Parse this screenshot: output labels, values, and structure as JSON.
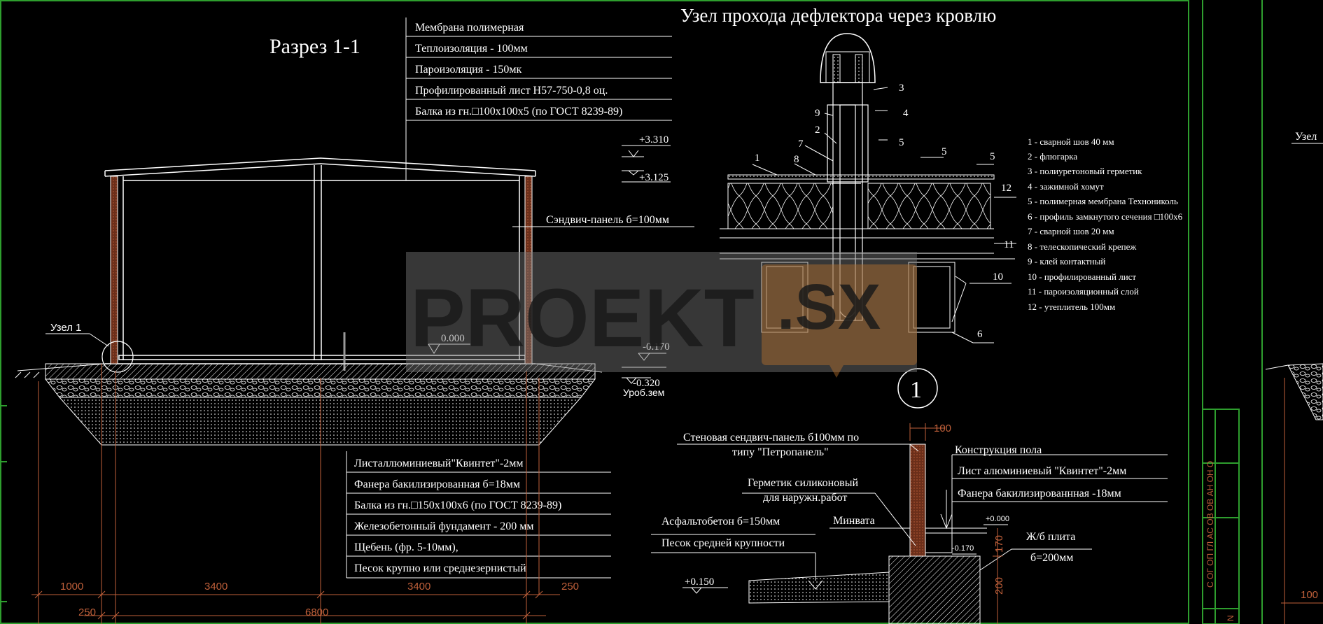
{
  "section": {
    "title": "Разрез 1-1",
    "node_label": "Узел 1",
    "sandwich_label": "Сэндвич-панель б=100мм",
    "roof_layers": [
      "Мембрана полимерная",
      "Теплоизоляция - 100мм",
      "Пароизоляция - 150мк",
      "Профилированный лист Н57-750-0,8 оц.",
      "Балка из гн.□100х100х5 (по ГОСТ 8239-89)"
    ],
    "floor_layers": [
      "Листаллюминиевый\"Квинтет\"-2мм",
      "Фанера бакилизированная б=18мм",
      "Балка из гн.□150х100х6 (по ГОСТ 8239-89)",
      "Железобетонный фундамент - 200 мм",
      "Щебень (фр. 5-10мм),",
      "Песок крупно или среднезернистый"
    ],
    "levels": {
      "top1": "+3.310",
      "top2": "+3.125",
      "floor": "0.000",
      "ground1": "-0.170",
      "ground2": "-0.320",
      "ground_label": "Уроб.зем"
    },
    "dims_row1": [
      "1000",
      "3400",
      "3400",
      "250"
    ],
    "dims_row2": [
      "250",
      "6800"
    ]
  },
  "deflector": {
    "title": "Узел прохода дефлектора через кровлю",
    "circle_label": "1",
    "callouts": [
      "1",
      "2",
      "3",
      "4",
      "5",
      "5",
      "5",
      "6",
      "7",
      "8",
      "9",
      "10",
      "11",
      "12"
    ],
    "legend": [
      "1 - сварной шов 40 мм",
      "2 - флюгарка",
      "3 - полиуретоновый герметик",
      "4 - зажимной хомут",
      "5 - полимерная мембрана Технониколь",
      "6 - профиль замкнутого сечения □100х6",
      "7 - сварной шов 20 мм",
      "8 - телескопический крепеж",
      "9 - клей контактный",
      "10 - профилированный лист",
      "11 - пароизоляционный слой",
      "12 - утеплитель 100мм"
    ]
  },
  "wall_node": {
    "wall_panel": [
      "Стеновая сендвич-панель б100мм по",
      "типу \"Петропанель\""
    ],
    "sealant": [
      "Герметик силиконовый",
      "для наружн.работ"
    ],
    "asphalt": "Асфальтобетон б=150мм",
    "sand": "Песок средней крупности",
    "mineral_wool": "Минвата",
    "floor_title": "Конструкция пола",
    "floor_layers": [
      "Лист алюминиевый \"Квинтет\"-2мм",
      "Фанера бакилизированнная -18мм"
    ],
    "slab": [
      "Ж/б плита",
      "б=200мм"
    ],
    "dim_100": "100",
    "dim_170": "170",
    "dim_200": "200",
    "lvl_000": "+0.000",
    "lvl_0170": "-0.170",
    "lvl_0150": "+0.150"
  },
  "side_sheet": {
    "vertical_text": "С ОГ ОП ГЛ АС ОВ ОВ АН ОН О",
    "n_label": "N",
    "partial_label": "Узел",
    "partial_dim": "100"
  },
  "watermark": {
    "text1": "PROEKT",
    "text2": ".SX"
  },
  "colors": {
    "background": "#000000",
    "lines": "#ffffff",
    "frame": "#2e9e2e",
    "dimensions": "#c0603a",
    "watermark_panel": "#7a7a7a",
    "watermark_accent": "#b8702c"
  }
}
